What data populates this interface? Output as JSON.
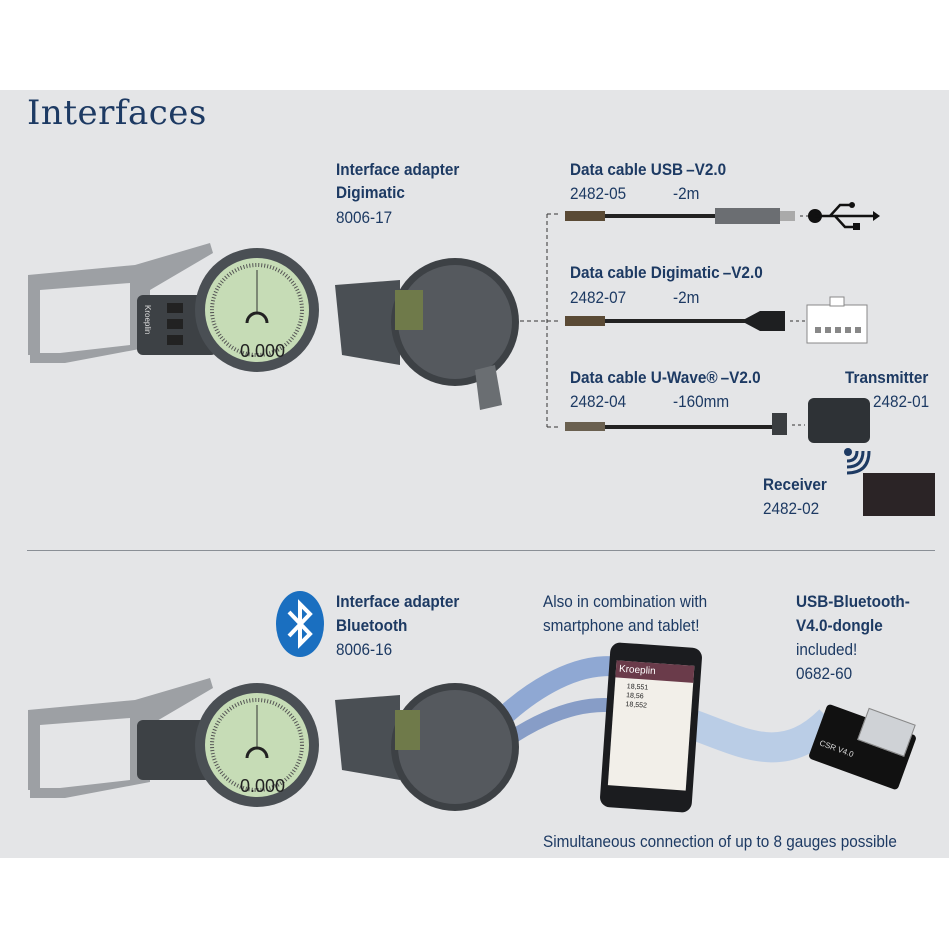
{
  "title": "Interfaces",
  "digimatic_adapter": {
    "line1": "Interface adapter",
    "line2": "Digimatic",
    "code": "8006-17"
  },
  "cables": [
    {
      "name": "Data cable USB –V2.0",
      "code": "2482-05",
      "length": "-2m",
      "end_icon": "usb-icon"
    },
    {
      "name": "Data cable Digimatic –V2.0",
      "code": "2482-07",
      "length": "-2m",
      "end_icon": "digimatic-connector-icon"
    },
    {
      "name": "Data cable U-Wave® –V2.0",
      "code": "2482-04",
      "length": "-160mm",
      "end_icon": "transmitter"
    }
  ],
  "transmitter": {
    "label": "Transmitter",
    "code": "2482-01"
  },
  "receiver": {
    "label": "Receiver",
    "code": "2482-02"
  },
  "bluetooth_adapter": {
    "line1": "Interface adapter",
    "line2": "Bluetooth",
    "code": "8006-16"
  },
  "smartphone_note": {
    "line1": "Also in combination with",
    "line2": "smartphone and tablet!"
  },
  "dongle": {
    "line1": "USB-Bluetooth-",
    "line2": "V4.0-dongle",
    "line3": "included!",
    "code": "0682-60",
    "chip": "CSR V4.0"
  },
  "phone_screen": {
    "brand": "Kroeplin",
    "values": [
      "18,551",
      "18,56",
      "18,552"
    ]
  },
  "gauge": {
    "brand": "Kroeplin",
    "reading": "0.000"
  },
  "footer_note": "Simultaneous connection of up to 8 gauges possible",
  "colors": {
    "text": "#1d3a63",
    "panel": "#e4e5e7",
    "bluetooth": "#1a6fc0"
  }
}
